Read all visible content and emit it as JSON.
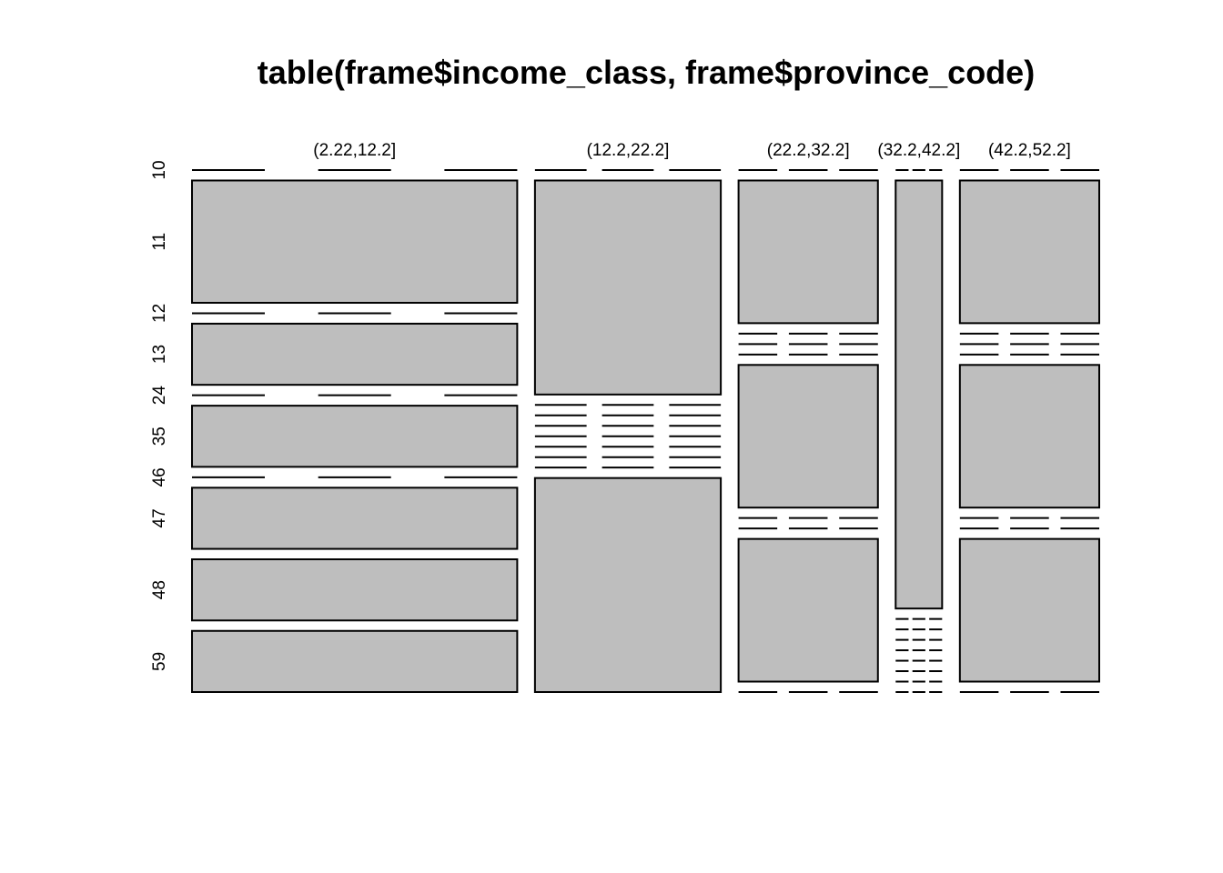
{
  "chart_data": {
    "type": "mosaic",
    "title": "table(frame$income_class, frame$province_code)",
    "income_classes": [
      "(2.22,12.2]",
      "(12.2,22.2]",
      "(22.2,32.2]",
      "(32.2,42.2]",
      "(42.2,52.2]"
    ],
    "province_codes": [
      "10",
      "11",
      "12",
      "13",
      "24",
      "35",
      "46",
      "47",
      "48",
      "59"
    ],
    "counts": [
      [
        0,
        2,
        0,
        1,
        0,
        1,
        0,
        1,
        1,
        1
      ],
      [
        0,
        2,
        0,
        0,
        0,
        0,
        0,
        0,
        0,
        2
      ],
      [
        0,
        1,
        0,
        0,
        0,
        1,
        0,
        0,
        1,
        0
      ],
      [
        0,
        1,
        0,
        0,
        0,
        0,
        0,
        0,
        0,
        0
      ],
      [
        0,
        1,
        0,
        0,
        0,
        1,
        0,
        0,
        1,
        0
      ]
    ],
    "fill_color": "#bebebe",
    "border_color": "#000000"
  }
}
